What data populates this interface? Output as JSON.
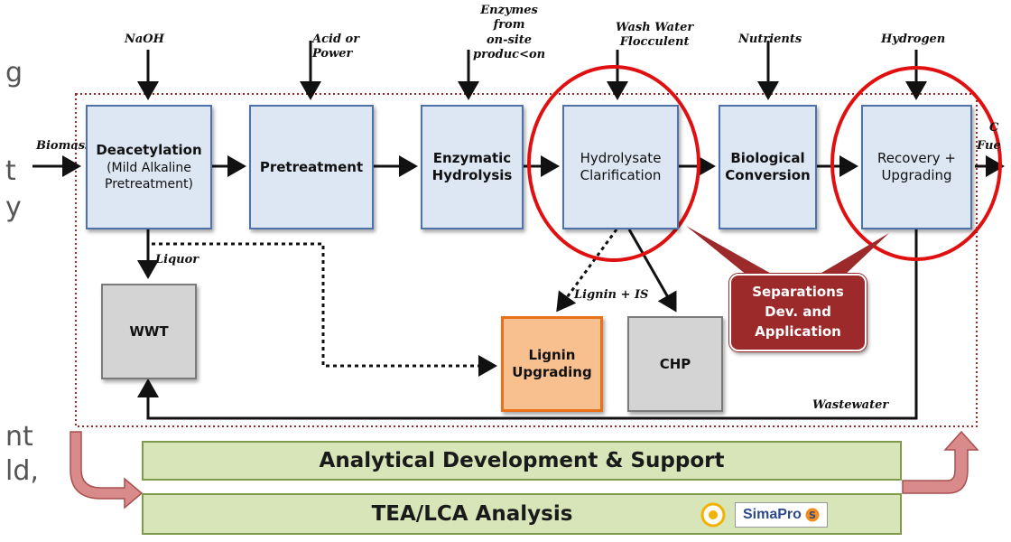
{
  "side_fragments": [
    "g",
    "t",
    "y",
    "nt",
    "ld,"
  ],
  "inputs": {
    "naoh": "NaOH",
    "acid": [
      "Acid or",
      "Power"
    ],
    "enzymes": [
      "Enzymes",
      "from",
      "on-site",
      "produc<on"
    ],
    "wash": [
      "Wash Water",
      "Flocculent"
    ],
    "nutrients": "Nutrients",
    "hydrogen": "Hydrogen"
  },
  "flow_labels": {
    "biomass": "Biomass",
    "liquor": "Liquor",
    "lignin_is": "Lignin + IS",
    "wastewater": "Wastewater",
    "fuels_partial": "Fue",
    "c_partial": "C"
  },
  "processes": {
    "deacetylation": [
      "Deacetylation",
      "(Mild Alkaline",
      "Pretreatment)"
    ],
    "pretreatment": "Pretreatment",
    "enzymatic": [
      "Enzymatic",
      "Hydrolysis"
    ],
    "hydrolysate": [
      "Hydrolysate",
      "Clarification"
    ],
    "biological": [
      "Biological",
      "Conversion"
    ],
    "recovery": [
      "Recovery +",
      "Upgrading"
    ],
    "wwt": "WWT",
    "lignin_up": [
      "Lignin",
      "Upgrading"
    ],
    "chp": "CHP"
  },
  "callout": [
    "Separations",
    "Dev. and",
    "Application"
  ],
  "bars": {
    "analytical": "Analytical Development & Support",
    "tea": "TEA/LCA Analysis",
    "simapro": "SimaPro"
  },
  "colors": {
    "process_fill": "#dde6f3",
    "process_border": "#4f73a8",
    "highlight_circle": "#e01010",
    "callout": "#9c2a2a",
    "lignin_border": "#e8711a",
    "boundary": "#9c2a2a",
    "bar_fill": "#d8e5b8"
  }
}
